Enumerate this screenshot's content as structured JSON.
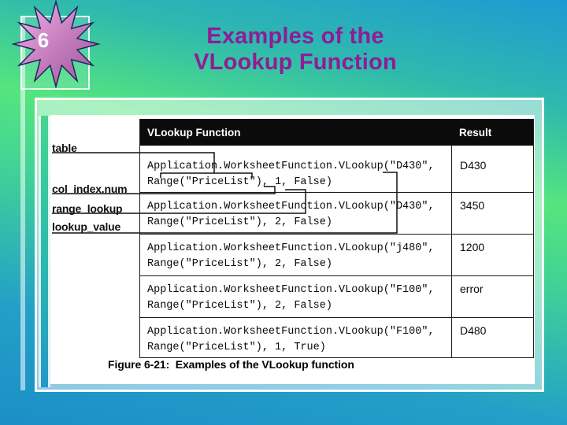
{
  "slide": {
    "badge_number": "6",
    "title": {
      "line1": "Examples of the",
      "line2": "VLookup Function"
    }
  },
  "figure": {
    "caption": "Figure 6-21:  Examples of the VLookup function",
    "callout_labels": {
      "table": "table",
      "col_index": "col_index.num",
      "range_lookup": "range_lookup",
      "lookup_value": "lookup_value"
    },
    "table": {
      "headers": {
        "function": "VLookup Function",
        "result": "Result"
      },
      "rows": [
        {
          "code1": "Application.WorksheetFunction.VLookup(\"D430\",",
          "code2": "Range(\"PriceList\"), 1, False)",
          "result": "D430"
        },
        {
          "code1": "Application.WorksheetFunction.VLookup(\"D430\",",
          "code2": "Range(\"PriceList\"), 2, False)",
          "result": "3450"
        },
        {
          "code1": "Application.WorksheetFunction.VLookup(\"j480\",",
          "code2": "Range(\"PriceList\"), 2, False)",
          "result": "1200"
        },
        {
          "code1": "Application.WorksheetFunction.VLookup(\"F100\",",
          "code2": "Range(\"PriceList\"), 2, False)",
          "result": "error"
        },
        {
          "code1": "Application.WorksheetFunction.VLookup(\"F100\",",
          "code2": "Range(\"PriceList\"), 1, True)",
          "result": "D480"
        }
      ]
    }
  },
  "colors": {
    "title_text": "#8E1D96",
    "background_blue_top": "#1E9AD2",
    "background_green": "#55E57E",
    "background_blue_bottom": "#1B8FC6",
    "table_header_bg": "#0B0B0B",
    "table_header_text": "#FFFFFF",
    "star_gradient_light": "#F0B0E8",
    "star_gradient_dark": "#A35A9C"
  }
}
